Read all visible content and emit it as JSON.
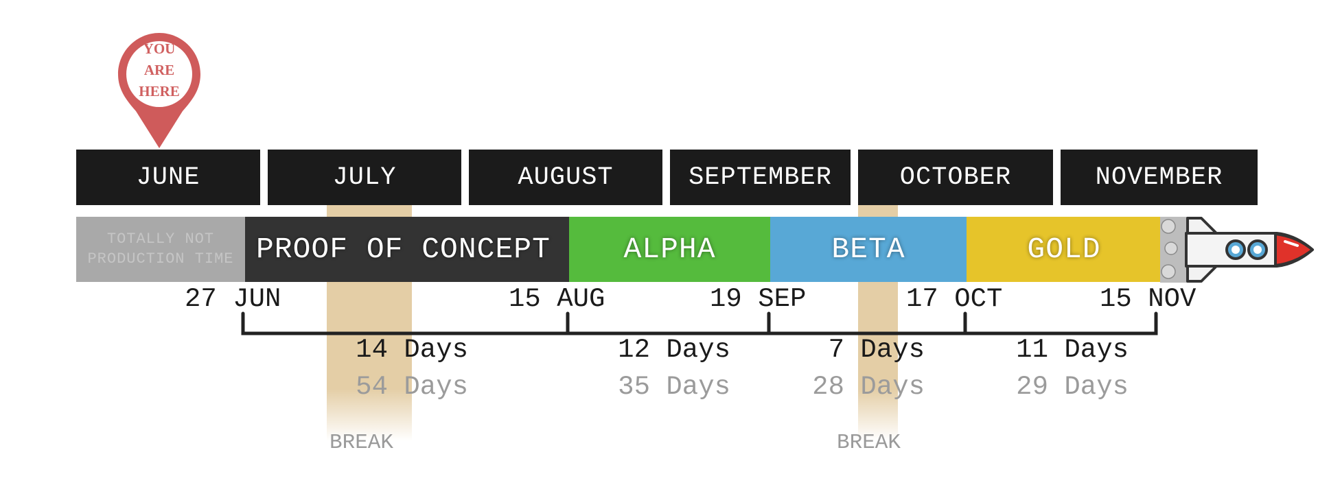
{
  "pin": {
    "lines": [
      "YOU",
      "ARE",
      "HERE"
    ],
    "color": "#cf5b5b"
  },
  "months": [
    "JUNE",
    "JULY",
    "AUGUST",
    "SEPTEMBER",
    "OCTOBER",
    "NOVEMBER"
  ],
  "phases": {
    "pre": {
      "line1": "TOTALLY NOT",
      "line2": "PRODUCTION TIME",
      "color": "#a9a9a9"
    },
    "poc": {
      "label": "PROOF OF CONCEPT",
      "color": "#333333"
    },
    "alpha": {
      "label": "ALPHA",
      "color": "#55bb3d"
    },
    "beta": {
      "label": "BETA",
      "color": "#58a8d6"
    },
    "gold": {
      "label": "GOLD",
      "color": "#e6c42a"
    }
  },
  "dates": [
    "27 JUN",
    "15 AUG",
    "19 SEP",
    "17 OCT",
    "15 NOV"
  ],
  "durations": [
    {
      "work": "14 Days",
      "total": "54 Days"
    },
    {
      "work": "12 Days",
      "total": "35 Days"
    },
    {
      "work": "7 Days",
      "total": "28 Days"
    },
    {
      "work": "11 Days",
      "total": "29 Days"
    }
  ],
  "breaks": [
    "BREAK",
    "BREAK"
  ],
  "icons": {
    "pin": "location-pin-icon",
    "rocket": "rocket-icon"
  }
}
